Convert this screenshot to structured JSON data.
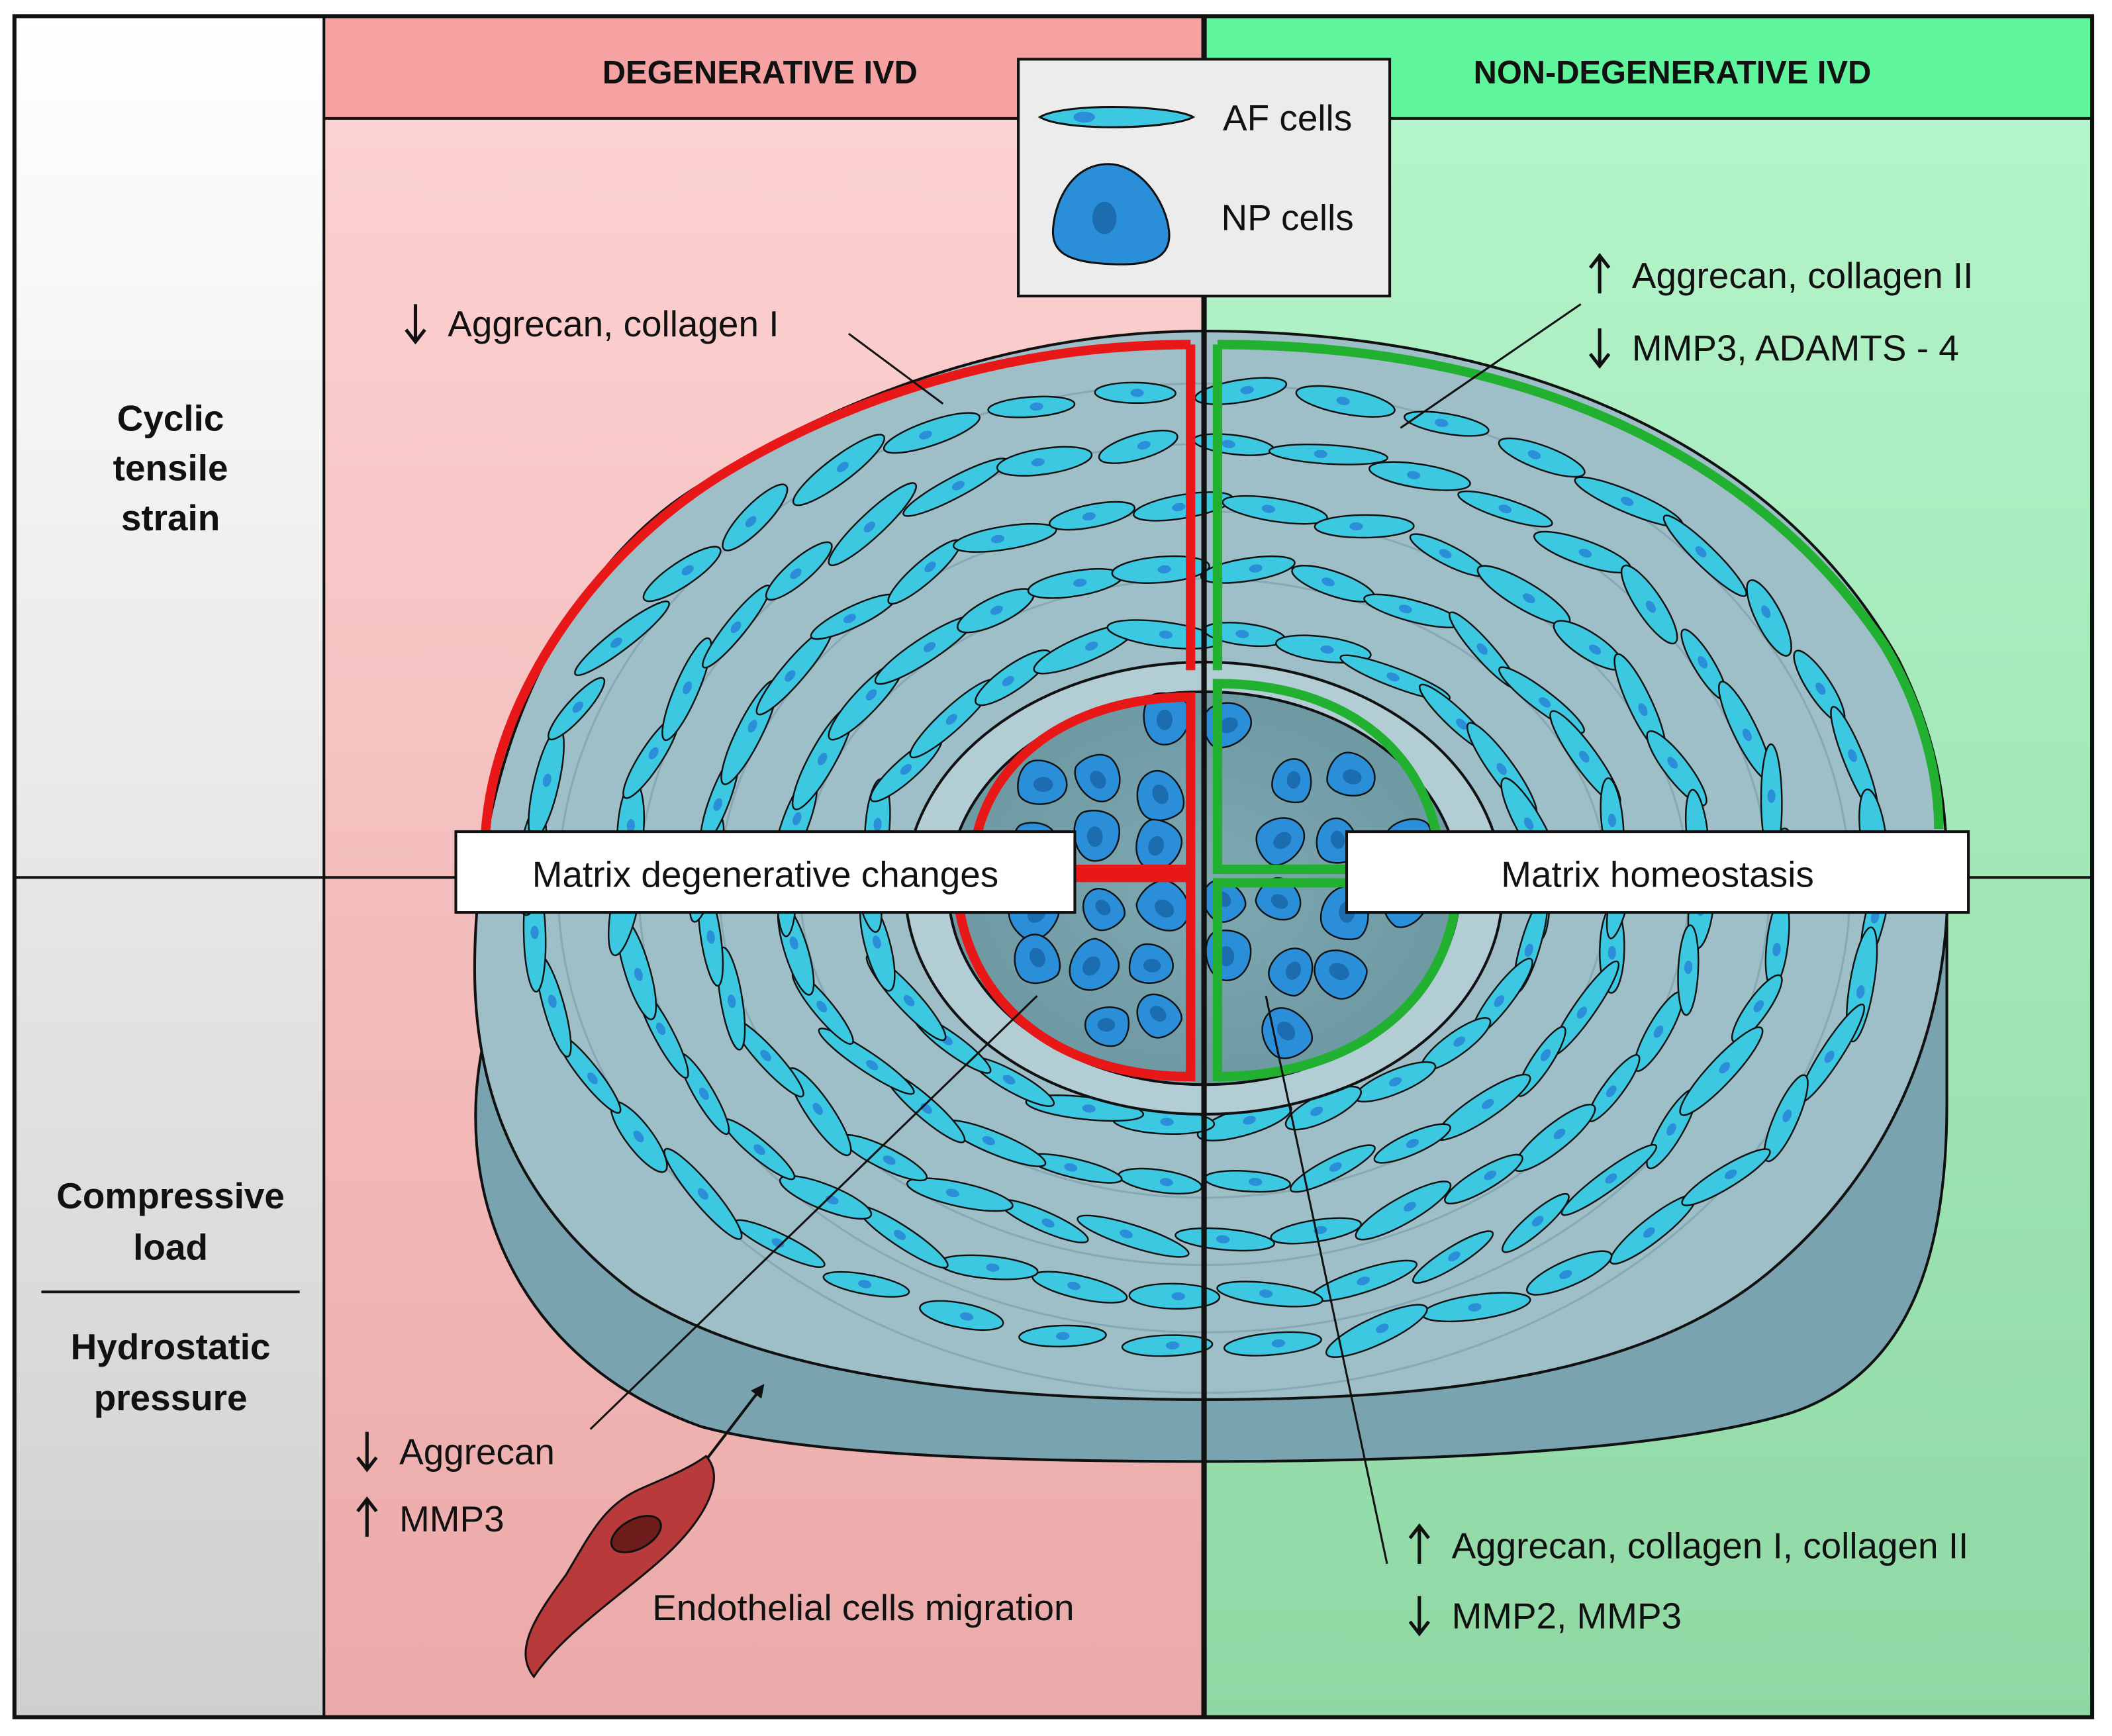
{
  "header": {
    "left_title": "DEGENERATIVE IVD",
    "right_title": "NON-DEGENERATIVE IVD"
  },
  "side": {
    "top": [
      "Cyclic",
      "tensile",
      "strain"
    ],
    "bottom_a": [
      "Compressive",
      "load"
    ],
    "bottom_b": [
      "Hydrostatic",
      "pressure"
    ]
  },
  "legend": {
    "af": "AF cells",
    "np": "NP cells"
  },
  "annotations": {
    "tl": {
      "arrow": "down",
      "text": "Aggrecan, collagen I"
    },
    "tr": [
      {
        "arrow": "up",
        "text": "Aggrecan, collagen II"
      },
      {
        "arrow": "down",
        "text": "MMP3, ADAMTS - 4"
      }
    ],
    "bl": [
      {
        "arrow": "down",
        "text": "Aggrecan"
      },
      {
        "arrow": "up",
        "text": "MMP3"
      }
    ],
    "br": [
      {
        "arrow": "up",
        "text": "Aggrecan, collagen I, collagen II"
      },
      {
        "arrow": "down",
        "text": "MMP2, MMP3"
      }
    ],
    "endothelial": "Endothelial cells migration"
  },
  "boxes": {
    "left": "Matrix degenerative changes",
    "right": "Matrix homeostasis"
  },
  "colors": {
    "degenerative": "#e81818",
    "non_degenerative": "#22b030",
    "af_cell": "#3cc8e0",
    "np_cell": "#2a8ed8",
    "disc": "#8fb4c0",
    "endothelial": "#b83a3a"
  }
}
